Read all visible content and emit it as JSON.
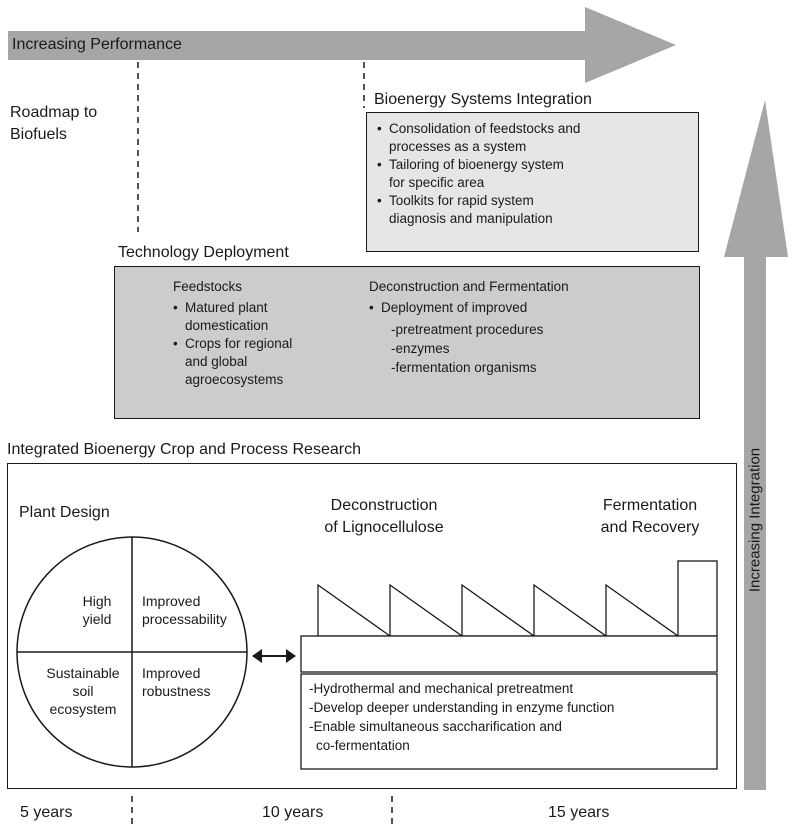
{
  "colors": {
    "arrow": "#a6a6a6",
    "dark_box": "#cccccc",
    "light_box": "#e6e6e6",
    "line": "#1a1a1a"
  },
  "top_arrow_label": "Increasing Performance",
  "side_arrow_label": "Increasing Integration",
  "roadmap_label": "Roadmap to\nBiofuels",
  "systems_integration": {
    "title": "Bioenergy Systems Integration",
    "items": [
      "Consolidation of feedstocks and\nprocesses as a system",
      "Tailoring of bioenergy system\nfor specific area",
      "Toolkits for rapid system\ndiagnosis and manipulation"
    ]
  },
  "technology_deployment": {
    "title": "Technology Deployment",
    "feedstocks": {
      "heading": "Feedstocks",
      "items": [
        "Matured plant\ndomestication",
        "Crops for regional\nand global\nagroecosystems"
      ]
    },
    "deconstruction": {
      "heading": "Deconstruction and Fermentation",
      "items": [
        "Deployment of improved"
      ],
      "subitems": [
        "-pretreatment procedures",
        "-enzymes",
        "-fermentation organisms"
      ]
    }
  },
  "crop_research": {
    "title": "Integrated Bioenergy Crop and Process Research",
    "plant_design": "Plant Design",
    "quadrants": {
      "top_left": "High\nyield",
      "top_right": "Improved\nprocessability",
      "bottom_left": "Sustainable\nsoil\necosystem",
      "bottom_right": "Improved\nrobustness"
    },
    "deconstruction_label": "Deconstruction\nof Lignocellulose",
    "fermentation_label": "Fermentation\nand Recovery",
    "process_items": [
      "-Hydrothermal and mechanical pretreatment",
      "-Develop deeper understanding in enzyme function",
      "-Enable simultaneous saccharification and",
      "co-fermentation"
    ]
  },
  "timeline": [
    "5 years",
    "10 years",
    "15 years"
  ]
}
